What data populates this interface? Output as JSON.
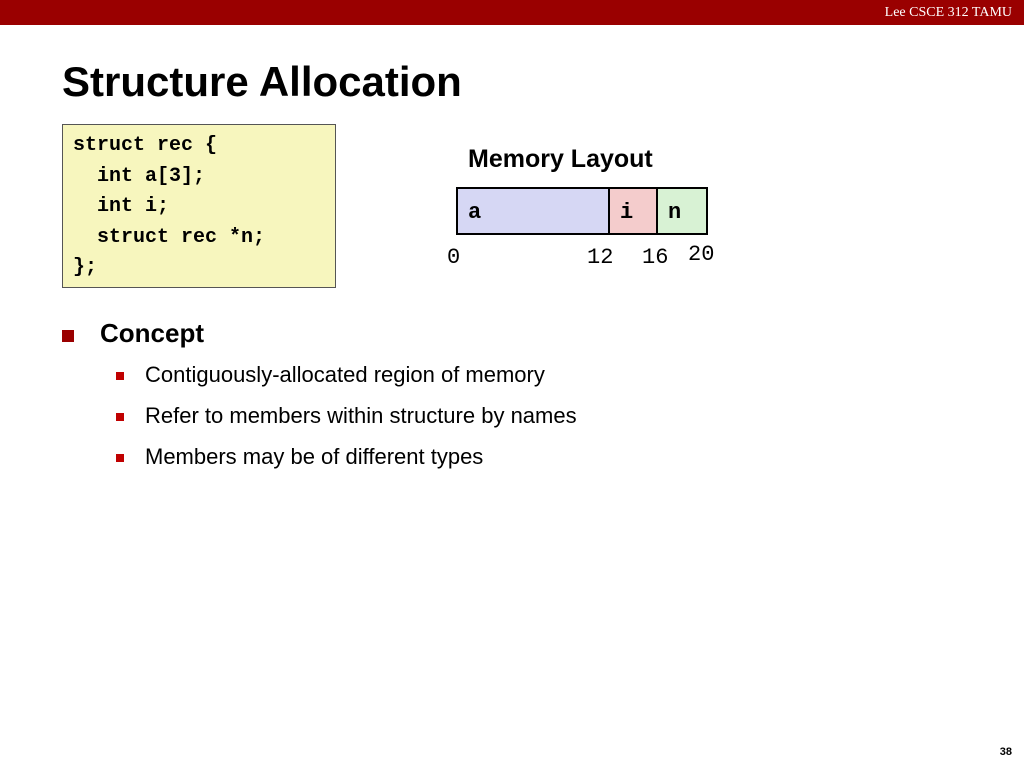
{
  "header": {
    "course": "Lee CSCE 312 TAMU"
  },
  "slide": {
    "title": "Structure Allocation",
    "code": "struct rec {\n  int a[3];\n  int i;\n  struct rec *n;\n};",
    "memory_layout": {
      "title": "Memory Layout",
      "fields": [
        {
          "label": "a",
          "color": "#d6d7f4"
        },
        {
          "label": "i",
          "color": "#f4cccc"
        },
        {
          "label": "n",
          "color": "#d8f2d4"
        }
      ],
      "offsets": [
        "0",
        "12",
        "16",
        "20"
      ]
    },
    "bullets": {
      "heading": "Concept",
      "items": [
        "Contiguously-allocated region of memory",
        "Refer to members within structure by names",
        "Members may be of different types"
      ]
    },
    "page_number": "38"
  },
  "colors": {
    "accent": "#9a0000",
    "code_bg": "#f7f6be"
  }
}
